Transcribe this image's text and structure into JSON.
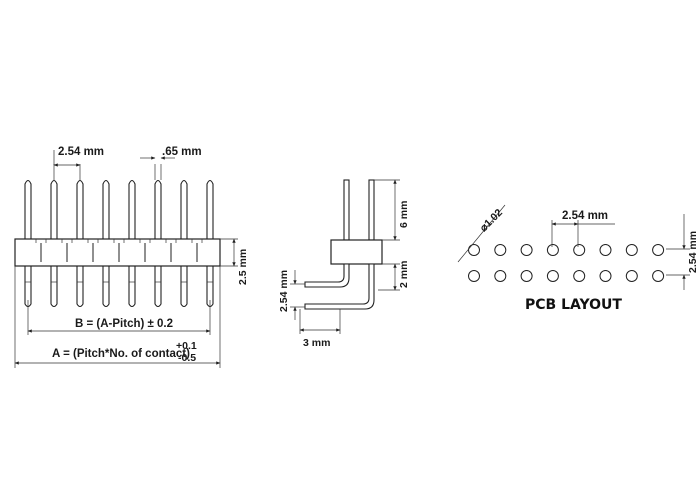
{
  "front_view": {
    "pitch_label": "2.54 mm",
    "pin_width_label": ".65 mm",
    "body_height_label": "2.5 mm",
    "dim_b_label": "B = (A-Pitch) ± 0.2",
    "dim_a_label": "A = (Pitch*No. of contact)",
    "tol_plus": "+0.1",
    "tol_minus": "-0.5"
  },
  "side_view": {
    "upper_length_label": "6 mm",
    "lower_length_label": "2 mm",
    "row_pitch_label": "2.54 mm",
    "foot_label": "3 mm"
  },
  "pcb_layout": {
    "title": "PCB LAYOUT",
    "hole_dia_label": "⌀1.02",
    "pitch_label": "2.54 mm",
    "row_pitch_label": "2.54 mm",
    "columns": 8,
    "rows": 2
  },
  "colors": {
    "line": "#222222",
    "background": "#ffffff"
  }
}
